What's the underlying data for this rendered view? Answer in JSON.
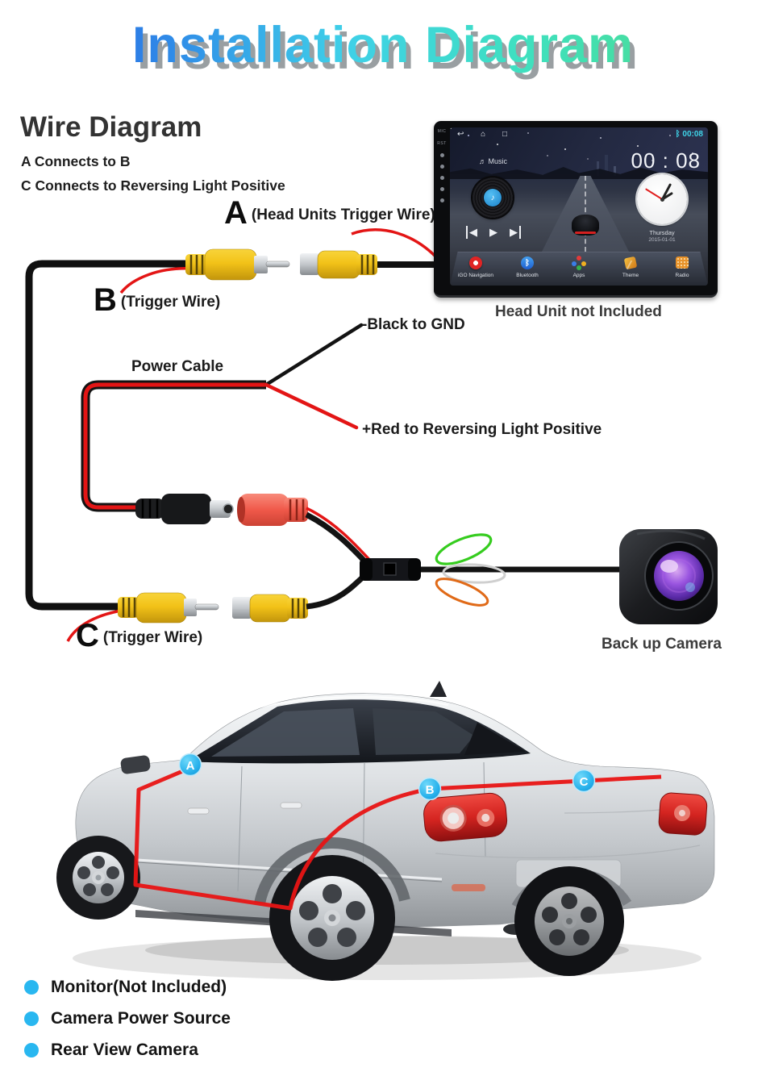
{
  "title": {
    "text": "Installation Diagram"
  },
  "wire_diagram": {
    "heading": "Wire Diagram",
    "note_a": "A Connects to B",
    "note_c": "C Connects to Reversing Light Positive",
    "label_a": {
      "letter": "A",
      "desc": "(Head Units Trigger Wire)"
    },
    "label_b": {
      "letter": "B",
      "desc": "(Trigger Wire)"
    },
    "label_c": {
      "letter": "C",
      "desc": "(Trigger Wire)"
    },
    "power_cable": "Power Cable",
    "black_gnd": "-Black to GND",
    "red_reversing": "+Red to Reversing Light Positive",
    "head_unit_note": "Head Unit not Included",
    "backup_camera": "Back up Camera"
  },
  "head_unit": {
    "bezel": {
      "mic": "MIC",
      "rst": "RST"
    },
    "nav_icons": "↩  ⌂  □",
    "bluetooth_glyph": "ᛒ",
    "status_time": "00:08",
    "music_icon": "♬",
    "music_label": "Music",
    "big_time": "00 : 08",
    "vinyl_note": "♪",
    "media": {
      "prev": "◀",
      "play": "▶",
      "next": "▶"
    },
    "clock_day": "Thursday",
    "clock_date": "2015-01-01",
    "dock": [
      {
        "label": "iGO Navigation"
      },
      {
        "label": "Bluetooth"
      },
      {
        "label": "Apps"
      },
      {
        "label": "Theme"
      },
      {
        "label": "Radio"
      }
    ]
  },
  "car": {
    "markers": {
      "a": "A",
      "b": "B",
      "c": "C"
    }
  },
  "legend": [
    {
      "label": "Monitor(Not Included)"
    },
    {
      "label": "Camera Power Source"
    },
    {
      "label": "Rear View Camera"
    }
  ],
  "colors": {
    "accent_cyan": "#29b7f0",
    "wire_red": "#e31515",
    "wire_black": "#111111",
    "rca_yellow": "#f2c218",
    "camera_power_red": "#f0594a",
    "loop_green": "#35cc1e",
    "loop_white": "#d8d8d8",
    "loop_orange": "#e06a18"
  }
}
